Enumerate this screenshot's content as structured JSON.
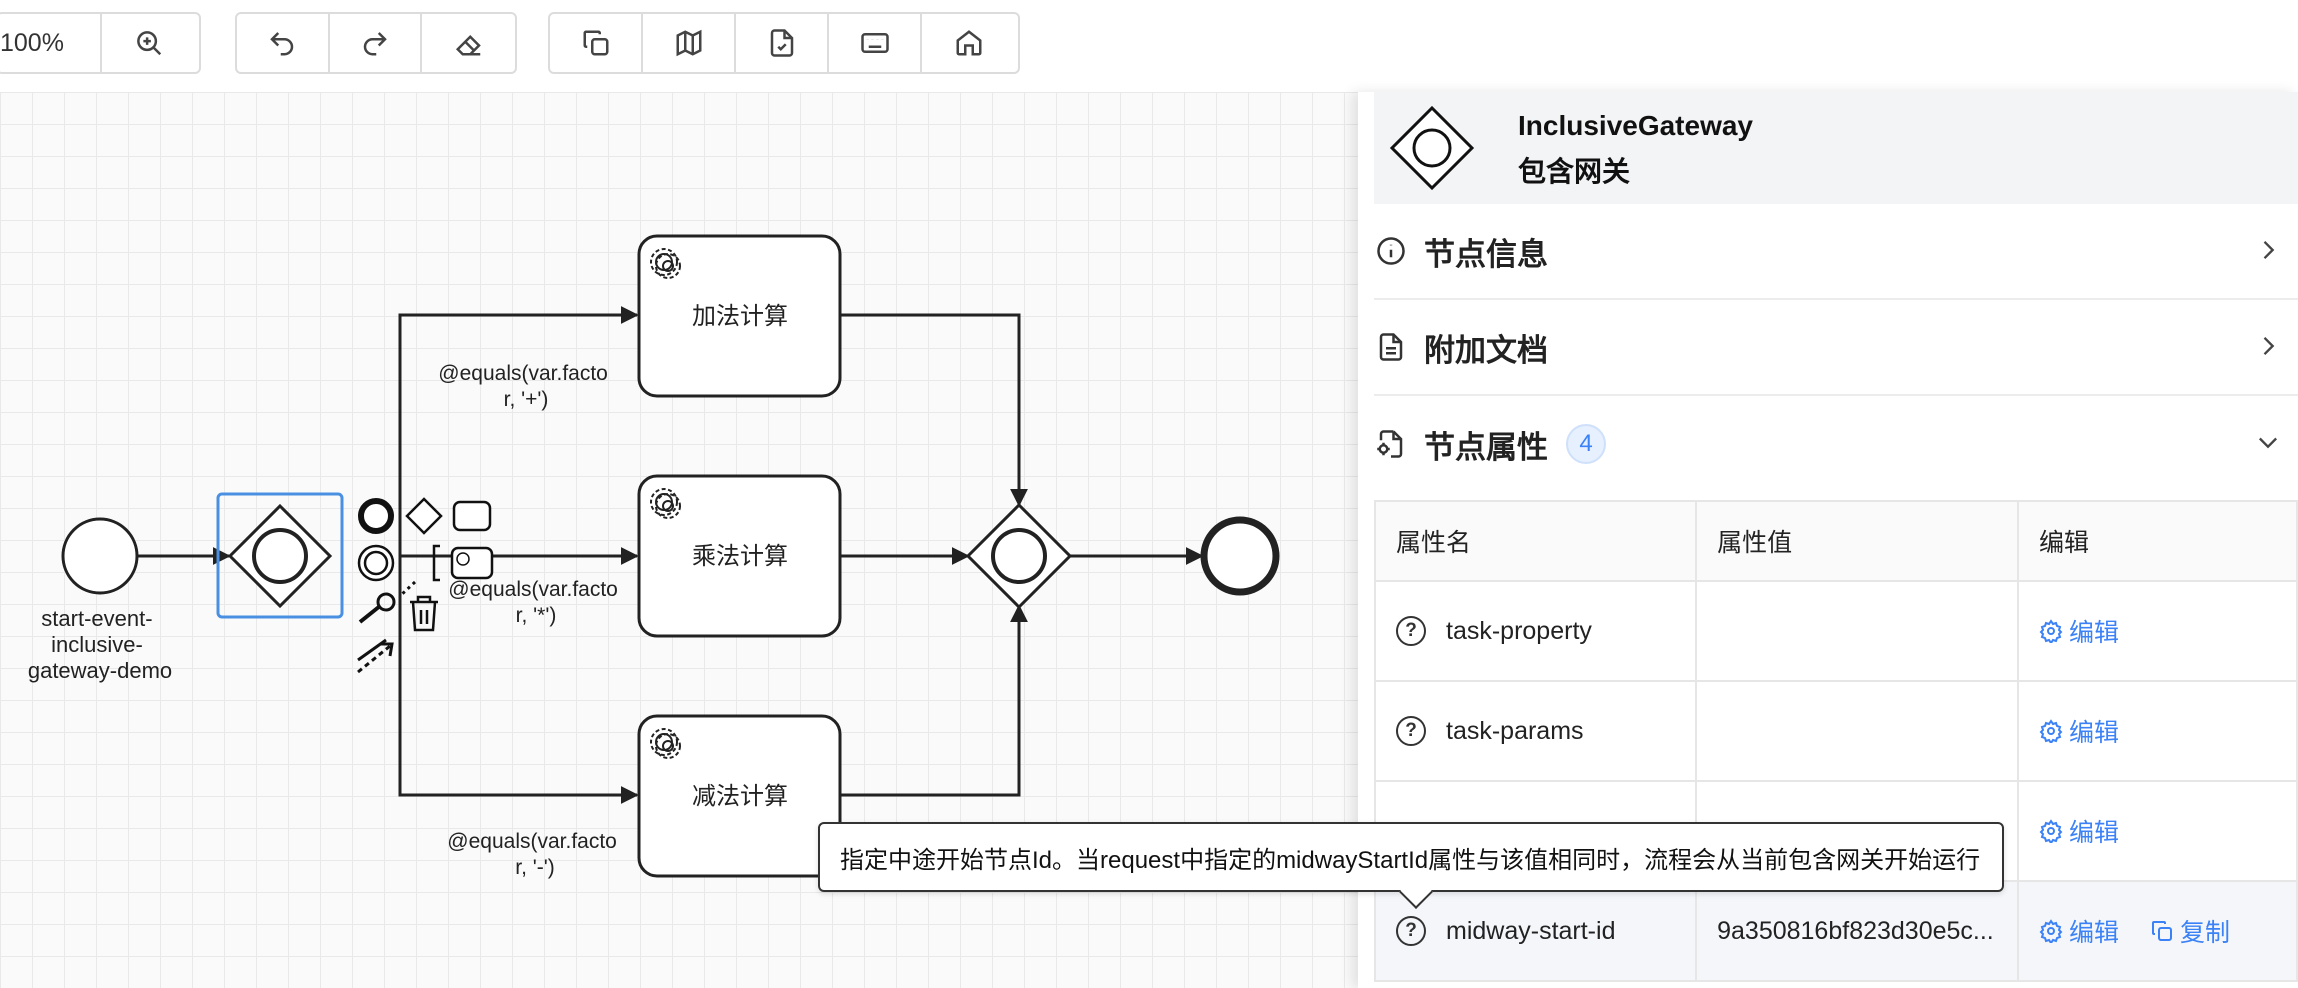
{
  "toolbar": {
    "zoom_level": "100%",
    "buttons": [
      "zoom-in",
      "undo",
      "redo",
      "eraser",
      "copy",
      "map",
      "file-check",
      "keyboard",
      "home"
    ]
  },
  "diagram": {
    "start_event_label": [
      "start-event-",
      "inclusive-",
      "gateway-demo"
    ],
    "tasks": [
      {
        "label": "加法计算"
      },
      {
        "label": "乘法计算"
      },
      {
        "label": "减法计算"
      }
    ],
    "conditions": [
      {
        "lines": [
          "@equals(var.facto",
          "r, '+')"
        ]
      },
      {
        "lines": [
          "@equals(var.facto",
          "r, '*')"
        ]
      },
      {
        "lines": [
          "@equals(var.facto",
          "r, '-')"
        ]
      }
    ]
  },
  "panel": {
    "header": {
      "title": "InclusiveGateway",
      "subtitle": "包含网关"
    },
    "sections": [
      {
        "label": "节点信息"
      },
      {
        "label": "附加文档"
      },
      {
        "label": "节点属性",
        "badge": "4"
      }
    ],
    "table": {
      "columns": [
        "属性名",
        "属性值",
        "编辑"
      ],
      "rows": [
        {
          "name": "task-property",
          "value": "",
          "edit": "编辑",
          "copy": ""
        },
        {
          "name": "task-params",
          "value": "",
          "edit": "编辑",
          "copy": ""
        },
        {
          "name": "",
          "value": "",
          "edit": "编辑",
          "copy": ""
        },
        {
          "name": "midway-start-id",
          "value": "9a350816bf823d30e5c...",
          "edit": "编辑",
          "copy": "复制"
        }
      ]
    },
    "tooltip": "指定中途开始节点Id。当request中指定的midwayStartId属性与该值相同时，流程会从当前包含网关开始运行"
  },
  "colors": {
    "accent": "#3b82f6",
    "selection": "#4a90e2"
  }
}
